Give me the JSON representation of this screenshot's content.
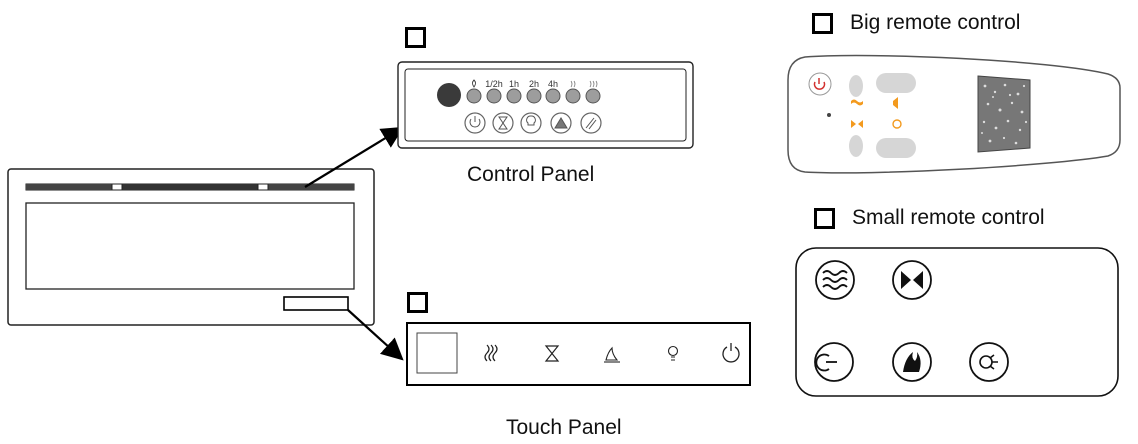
{
  "labels": {
    "control_panel": "Control Panel",
    "touch_panel": "Touch Panel",
    "big_remote": "Big remote control",
    "small_remote": "Small remote control"
  },
  "control_panel": {
    "indicators": [
      "1/2h",
      "1h",
      "2h",
      "4h"
    ],
    "buttons": [
      "power-icon",
      "timer-icon",
      "light-icon",
      "flame-icon",
      "heat-icon"
    ]
  },
  "touch_panel": {
    "icons": [
      "heat-icon",
      "timer-icon",
      "flame-icon",
      "light-icon",
      "power-icon"
    ]
  },
  "small_remote": {
    "buttons": [
      "heat-wave-icon",
      "flame-speed-icon",
      "power-icon",
      "flame-icon",
      "light-icon"
    ]
  },
  "colors": {
    "accent_orange": "#f39a1e",
    "power_red": "#d2312f",
    "line": "#111111"
  }
}
